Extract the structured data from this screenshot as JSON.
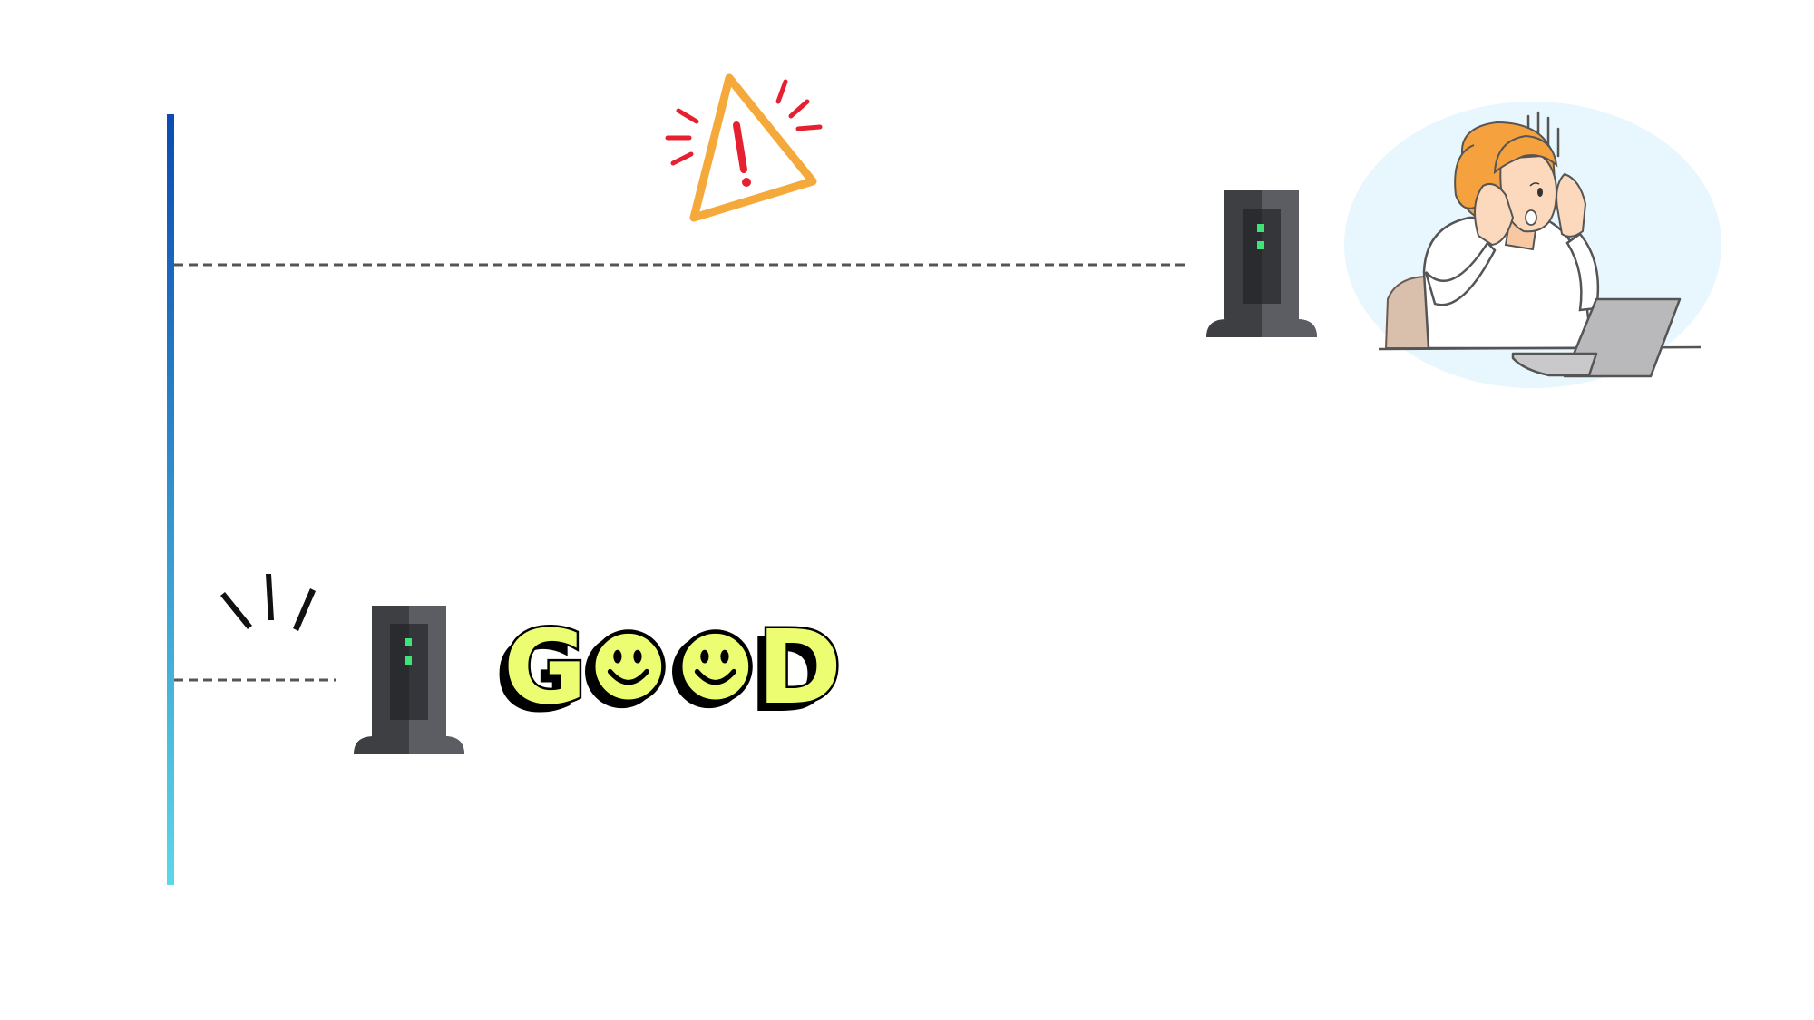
{
  "colors": {
    "line_top": "#0a4bb3",
    "line_bottom": "#5ad8e8",
    "dash": "#555555",
    "warning_orange": "#f5a93a",
    "warning_red": "#e52030",
    "modem_dark": "#3e3f43",
    "modem_mid": "#5c5d62",
    "led_green": "#3ee37a",
    "good_fill": "#edfd72",
    "bubble": "#e8f6fd"
  },
  "icons": {
    "top_device": "modem-icon",
    "bottom_device": "modem-icon",
    "alert": "warning-triangle-icon",
    "person": "stressed-woman-laptop-illustration"
  },
  "good": {
    "letters": [
      "G",
      "D"
    ],
    "faces": [
      "smiley-face-icon",
      "smiley-face-icon"
    ]
  }
}
